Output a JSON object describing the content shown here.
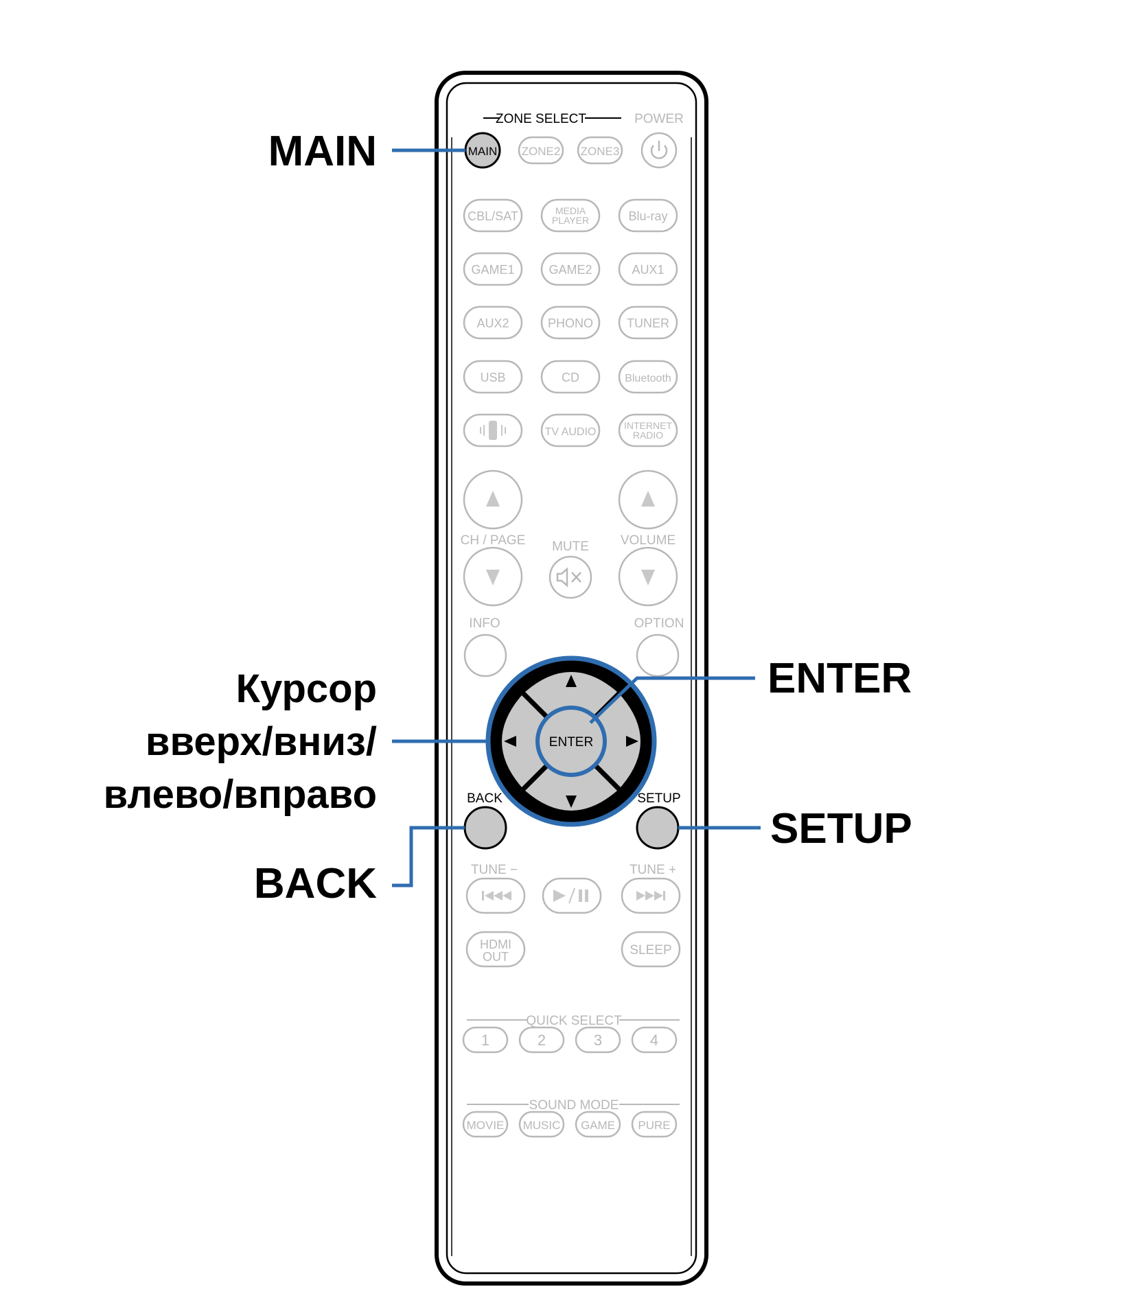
{
  "callouts": {
    "main": "MAIN",
    "cursor_line1": "Курсор",
    "cursor_line2": "вверх/вниз/",
    "cursor_line3": "влево/вправо",
    "back": "BACK",
    "enter": "ENTER",
    "setup": "SETUP"
  },
  "remote": {
    "zone_select": "ZONE SELECT",
    "power": "POWER",
    "zone_buttons": [
      "MAIN",
      "ZONE2",
      "ZONE3"
    ],
    "source_rows": [
      [
        "CBL/SAT",
        [
          "MEDIA",
          "PLAYER"
        ],
        "Blu-ray"
      ],
      [
        "GAME1",
        "GAME2",
        "AUX1"
      ],
      [
        "AUX2",
        "PHONO",
        "TUNER"
      ],
      [
        "USB",
        "CD",
        "Bluetooth"
      ],
      [
        "",
        "TV AUDIO",
        [
          "INTERNET",
          "RADIO"
        ]
      ]
    ],
    "ch_page": "CH / PAGE",
    "mute": "MUTE",
    "volume": "VOLUME",
    "info": "INFO",
    "option": "OPTION",
    "enter": "ENTER",
    "back": "BACK",
    "setup": "SETUP",
    "tune_minus": "TUNE −",
    "tune_plus": "TUNE +",
    "hdmi_out": [
      "HDMI",
      "OUT"
    ],
    "sleep": "SLEEP",
    "quick_select": "QUICK SELECT",
    "quick_buttons": [
      "1",
      "2",
      "3",
      "4"
    ],
    "sound_mode": "SOUND MODE",
    "sound_buttons": [
      "MOVIE",
      "MUSIC",
      "GAME",
      "PURE"
    ]
  },
  "colors": {
    "callout_line": "#2f6db0",
    "highlight_button": "#c8c8c8",
    "inactive": "#b8b8b8"
  }
}
